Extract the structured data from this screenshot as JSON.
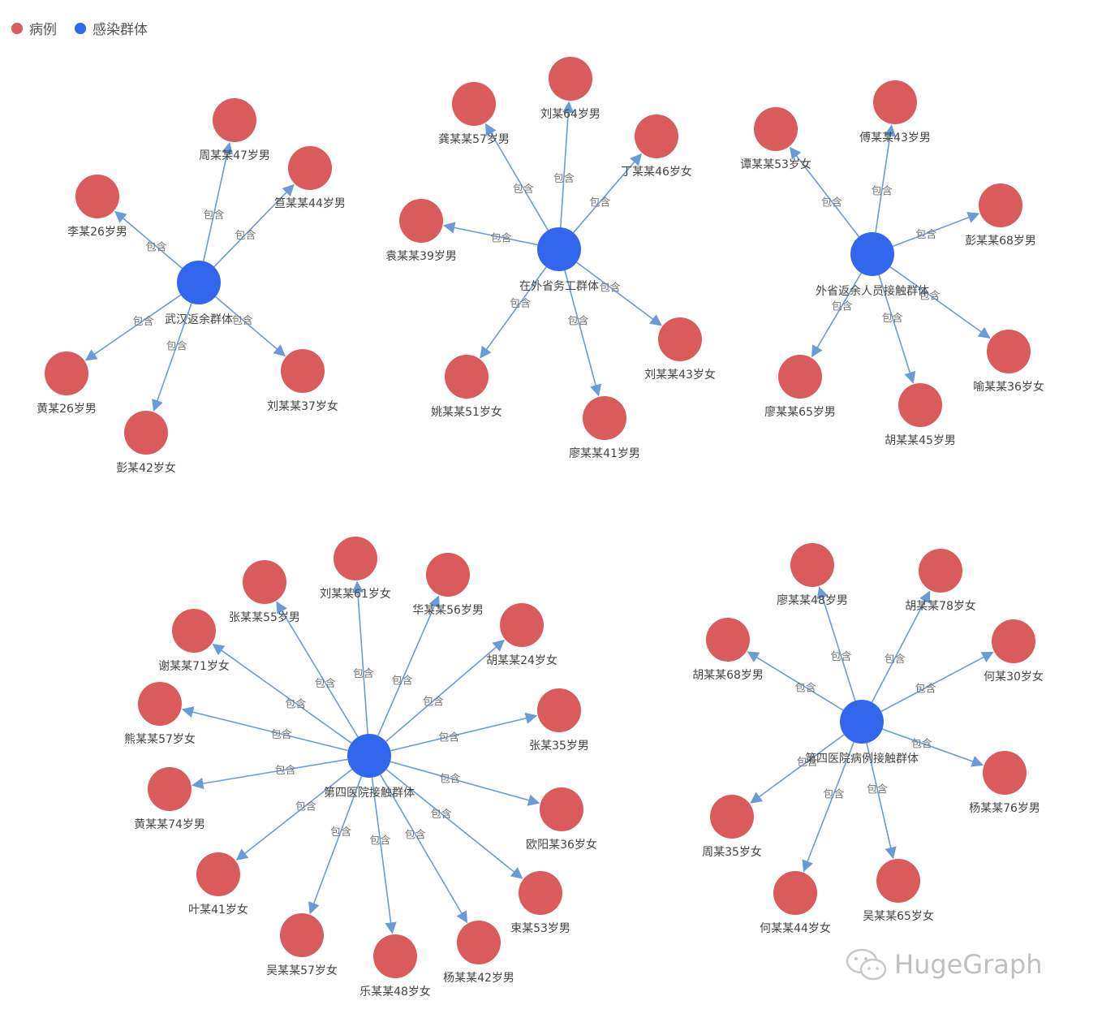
{
  "legend": [
    {
      "label": "病例",
      "color": "#d95b5b"
    },
    {
      "label": "感染群体",
      "color": "#3366ee"
    }
  ],
  "edge_label": "包含",
  "colors": {
    "case": "#d95b5b",
    "group": "#3366ee",
    "edge": "#6a9bd8"
  },
  "clusters": [
    {
      "group": "武汉返余群体",
      "cases": [
        "周某某47岁男",
        "笪某某44岁男",
        "李某26岁男",
        "黄某26岁男",
        "彭某42岁女",
        "刘某某37岁女"
      ]
    },
    {
      "group": "在外省务工群体",
      "cases": [
        "刘某64岁男",
        "龚某某57岁男",
        "丁某某46岁女",
        "袁某某39岁男",
        "姚某某51岁女",
        "廖某某41岁男",
        "刘某某43岁女"
      ]
    },
    {
      "group": "外省返余人员接触群体",
      "cases": [
        "傅某某43岁男",
        "谭某某53岁女",
        "彭某某68岁男",
        "喻某某36岁女",
        "胡某某45岁男",
        "廖某某65岁男"
      ]
    },
    {
      "group": "第四医院接触群体",
      "cases": [
        "刘某某61岁女",
        "张某某55岁男",
        "华某某56岁男",
        "谢某某71岁女",
        "胡某某24岁女",
        "熊某某57岁女",
        "张某35岁男",
        "黄某某74岁男",
        "欧阳某36岁女",
        "叶某41岁女",
        "束某53岁男",
        "吴某某57岁女",
        "乐某某48岁女",
        "杨某某42岁男"
      ]
    },
    {
      "group": "第四医院病例接触群体",
      "cases": [
        "廖某某48岁男",
        "胡某某78岁女",
        "胡某某68岁男",
        "何某30岁女",
        "杨某某76岁男",
        "周某35岁女",
        "吴某某65岁女",
        "何某某44岁女"
      ]
    }
  ],
  "watermark": {
    "text": "HugeGraph",
    "icon": "wechat-icon"
  }
}
